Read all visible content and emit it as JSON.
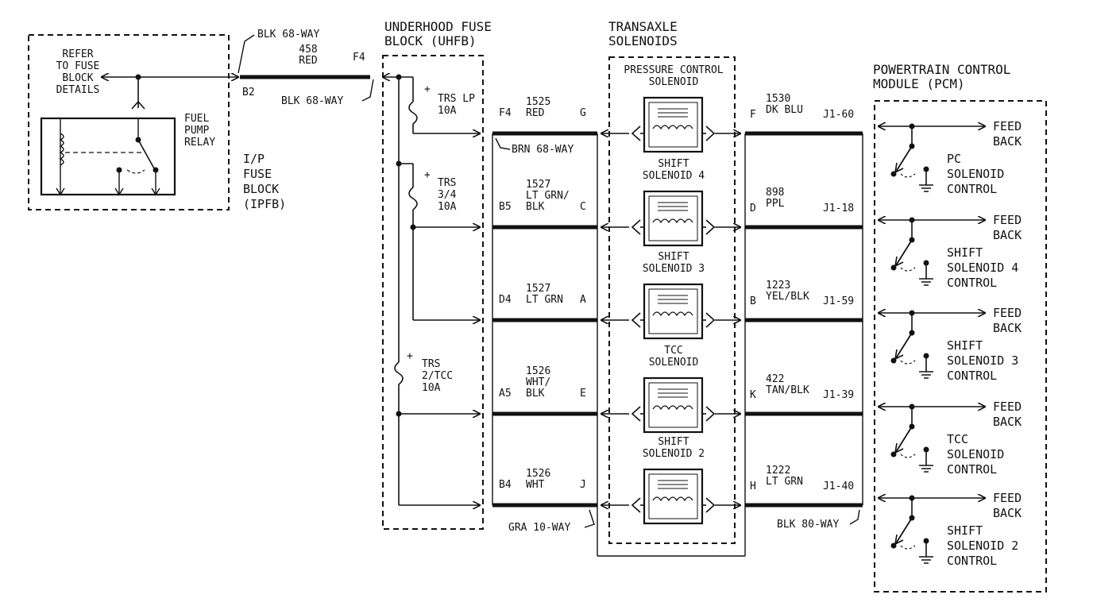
{
  "ipfb": {
    "refer_lines": [
      "REFER",
      "TO FUSE",
      "BLOCK",
      "DETAILS"
    ],
    "relay_lines": [
      "FUEL",
      "PUMP",
      "RELAY"
    ],
    "label_lines": [
      "I/P",
      "FUSE",
      "BLOCK",
      "(IPFB)"
    ],
    "pin_b2": "B2"
  },
  "feed_wire": {
    "top_connector": "BLK 68-WAY",
    "circuit": "458",
    "color": "RED",
    "pin_f4": "F4",
    "bottom_connector": "BLK 68-WAY"
  },
  "uhfb": {
    "title_lines": [
      "UNDERHOOD FUSE",
      "BLOCK (UHFB)"
    ],
    "fuses": [
      {
        "name": "fuse-trs-lp",
        "lines": [
          "TRS LP",
          "10A"
        ]
      },
      {
        "name": "fuse-trs-3-4",
        "lines": [
          "TRS",
          "3/4",
          "10A"
        ]
      },
      {
        "name": "fuse-trs-2-tcc",
        "lines": [
          "TRS",
          "2/TCC",
          "10A"
        ]
      }
    ],
    "plus": "+"
  },
  "transaxle": {
    "title_lines": [
      "TRANSAXLE",
      "SOLENOIDS"
    ]
  },
  "pcm": {
    "title_lines": [
      "POWERTRAIN CONTROL",
      "MODULE (PCM)"
    ],
    "feed_lines": [
      "FEED",
      "BACK"
    ]
  },
  "connectors": {
    "brn": "BRN 68-WAY",
    "gra": "GRA 10-WAY",
    "blk80": "BLK 80-WAY"
  },
  "rows": [
    {
      "left_pin": "F4",
      "left_circuit_lines": [
        "1525",
        "RED"
      ],
      "sol_pin": "G",
      "solenoid_lines": [
        "PRESSURE CONTROL",
        "SOLENOID"
      ],
      "right_pin": "F",
      "right_circuit_lines": [
        "1530",
        "DK BLU"
      ],
      "pcm_pin": "J1-60",
      "pcm_lines": [
        "PC",
        "SOLENOID",
        "CONTROL"
      ]
    },
    {
      "left_pin": "B5",
      "left_circuit_lines": [
        "1527",
        "LT GRN/",
        "BLK"
      ],
      "sol_pin": "C",
      "solenoid_lines": [
        "SHIFT",
        "SOLENOID 4"
      ],
      "right_pin": "D",
      "right_circuit_lines": [
        "898",
        "PPL"
      ],
      "pcm_pin": "J1-18",
      "pcm_lines": [
        "SHIFT",
        "SOLENOID 4",
        "CONTROL"
      ]
    },
    {
      "left_pin": "D4",
      "left_circuit_lines": [
        "1527",
        "LT GRN"
      ],
      "sol_pin": "A",
      "solenoid_lines": [
        "SHIFT",
        "SOLENOID 3"
      ],
      "right_pin": "B",
      "right_circuit_lines": [
        "1223",
        "YEL/BLK"
      ],
      "pcm_pin": "J1-59",
      "pcm_lines": [
        "SHIFT",
        "SOLENOID 3",
        "CONTROL"
      ]
    },
    {
      "left_pin": "A5",
      "left_circuit_lines": [
        "1526",
        "WHT/",
        "BLK"
      ],
      "sol_pin": "E",
      "solenoid_lines": [
        "TCC",
        "SOLENOID"
      ],
      "right_pin": "K",
      "right_circuit_lines": [
        "422",
        "TAN/BLK"
      ],
      "pcm_pin": "J1-39",
      "pcm_lines": [
        "TCC",
        "SOLENOID",
        "CONTROL"
      ]
    },
    {
      "left_pin": "B4",
      "left_circuit_lines": [
        "1526",
        "WHT"
      ],
      "sol_pin": "J",
      "solenoid_lines": [
        "SHIFT",
        "SOLENOID 2"
      ],
      "right_pin": "H",
      "right_circuit_lines": [
        "1222",
        "LT GRN"
      ],
      "pcm_pin": "J1-40",
      "pcm_lines": [
        "SHIFT",
        "SOLENOID 2",
        "CONTROL"
      ]
    }
  ]
}
